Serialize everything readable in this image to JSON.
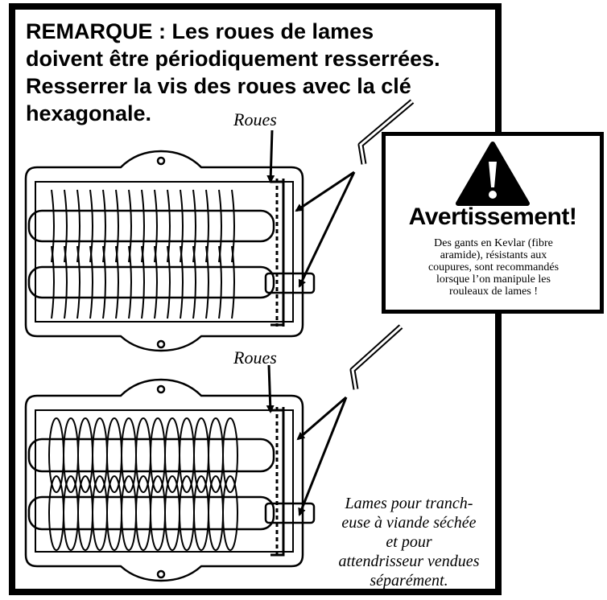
{
  "note": {
    "lines": [
      "REMARQUE : Les roues de lames",
      "doivent être périodiquement resserrées.",
      "Resserrer la vis des roues avec la clé",
      "hexagonale."
    ]
  },
  "labels": {
    "wheels_top": "Roues",
    "wheels_bottom": "Roues"
  },
  "warning": {
    "title": "Avertissement!",
    "icon": "warning-triangle-icon",
    "text_lines": [
      "Des gants en Kevlar (fibre",
      "aramide), résistants aux",
      "coupures, sont recommandés",
      "lorsque l’on manipule les",
      "rouleaux de lames !"
    ]
  },
  "sold_separately": {
    "lines": [
      "Lames pour tranch-",
      "euse à viande séchée",
      "et pour",
      "attendrisseur vendues",
      "séparément."
    ]
  }
}
